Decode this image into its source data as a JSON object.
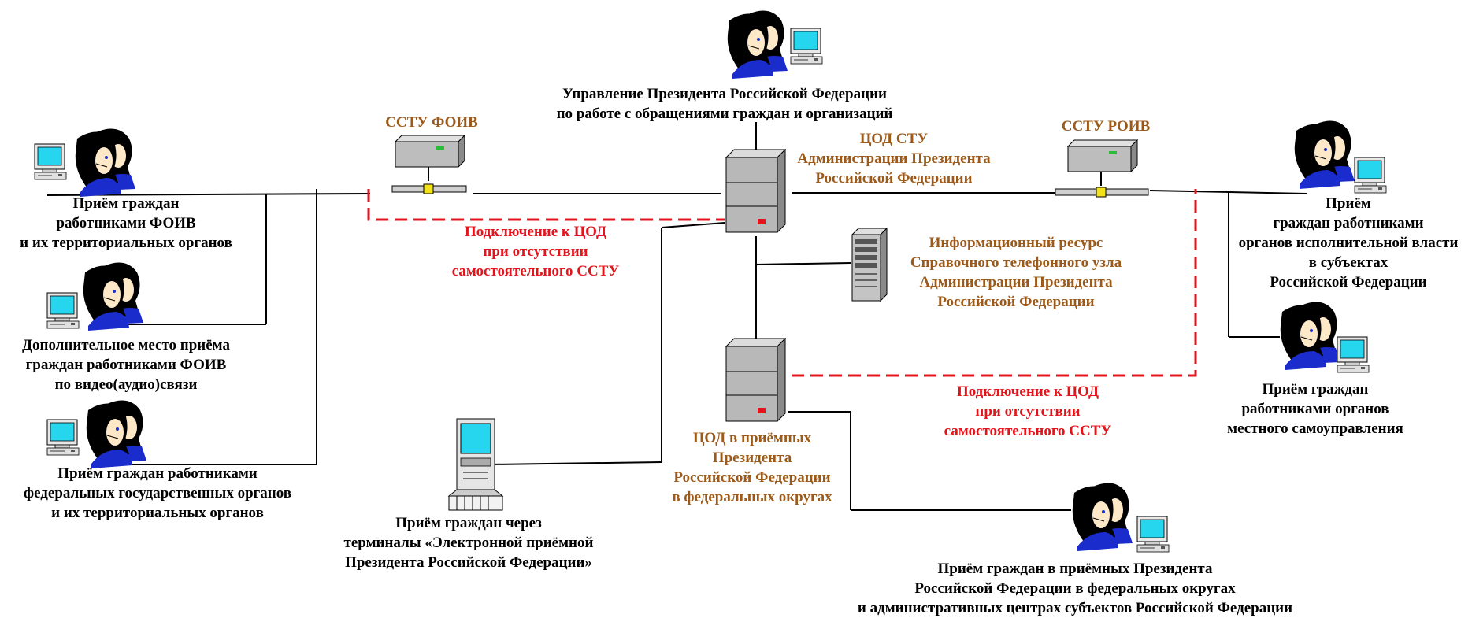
{
  "colors": {
    "line": "#000000",
    "dashed_connection": "#e4141c",
    "label_brown": "#9c5a1a",
    "label_red": "#e4141c",
    "monitor_screen": "#25d6ee",
    "server_gray": "#b5b5b5",
    "hair": "#000000",
    "shirt": "#1a2ccc",
    "face": "#fde8c8"
  },
  "icons": {
    "person": "person-at-computer-icon",
    "server": "server-tower-icon",
    "router": "network-router-icon",
    "terminal": "kiosk-terminal-icon",
    "rack": "rack-server-icon"
  },
  "nodes": {
    "top_admin": [
      "Управление Президента Российской Федерации",
      "по работе с обращениями граждан и организаций"
    ],
    "cod_stu": [
      "ЦОД СТУ",
      "Администрации Президента",
      "Российской Федерации"
    ],
    "sstu_foiv": [
      "ССТУ ФОИВ"
    ],
    "sstu_roiv": [
      "ССТУ РОИВ"
    ],
    "left_1": [
      "Приём граждан",
      "работниками ФОИВ",
      "и их территориальных органов"
    ],
    "left_2": [
      "Дополнительное место приёма",
      "граждан работниками ФОИВ",
      "по видео(аудио)связи"
    ],
    "left_3": [
      "Приём граждан работниками",
      "федеральных государственных органов",
      "и их территориальных органов"
    ],
    "terminal": [
      "Приём граждан через",
      "терминалы «Электронной приёмной",
      "Президента Российской Федерации»"
    ],
    "info_resource": [
      "Информационный ресурс",
      "Справочного телефонного узла",
      "Администрации Президента",
      "Российской Федерации"
    ],
    "cod_reception": [
      "ЦОД в приёмных",
      "Президента",
      "Российской Федерации",
      "в федеральных округах"
    ],
    "right_1": [
      "Приём",
      "граждан работниками",
      "органов исполнительной власти",
      "в субъектах",
      "Российской Федерации"
    ],
    "right_2": [
      "Приём граждан",
      "работниками органов",
      "местного самоуправления"
    ],
    "bottom": [
      "Приём граждан в приёмных Президента",
      "Российской Федерации в федеральных округах",
      "и административных центрах субъектов Российской Федерации"
    ]
  },
  "connection_notes": {
    "left": [
      "Подключение к ЦОД",
      "при отсутствии",
      "самостоятельного ССТУ"
    ],
    "right": [
      "Подключение к ЦОД",
      "при отсутствии",
      "самостоятельного ССТУ"
    ]
  }
}
